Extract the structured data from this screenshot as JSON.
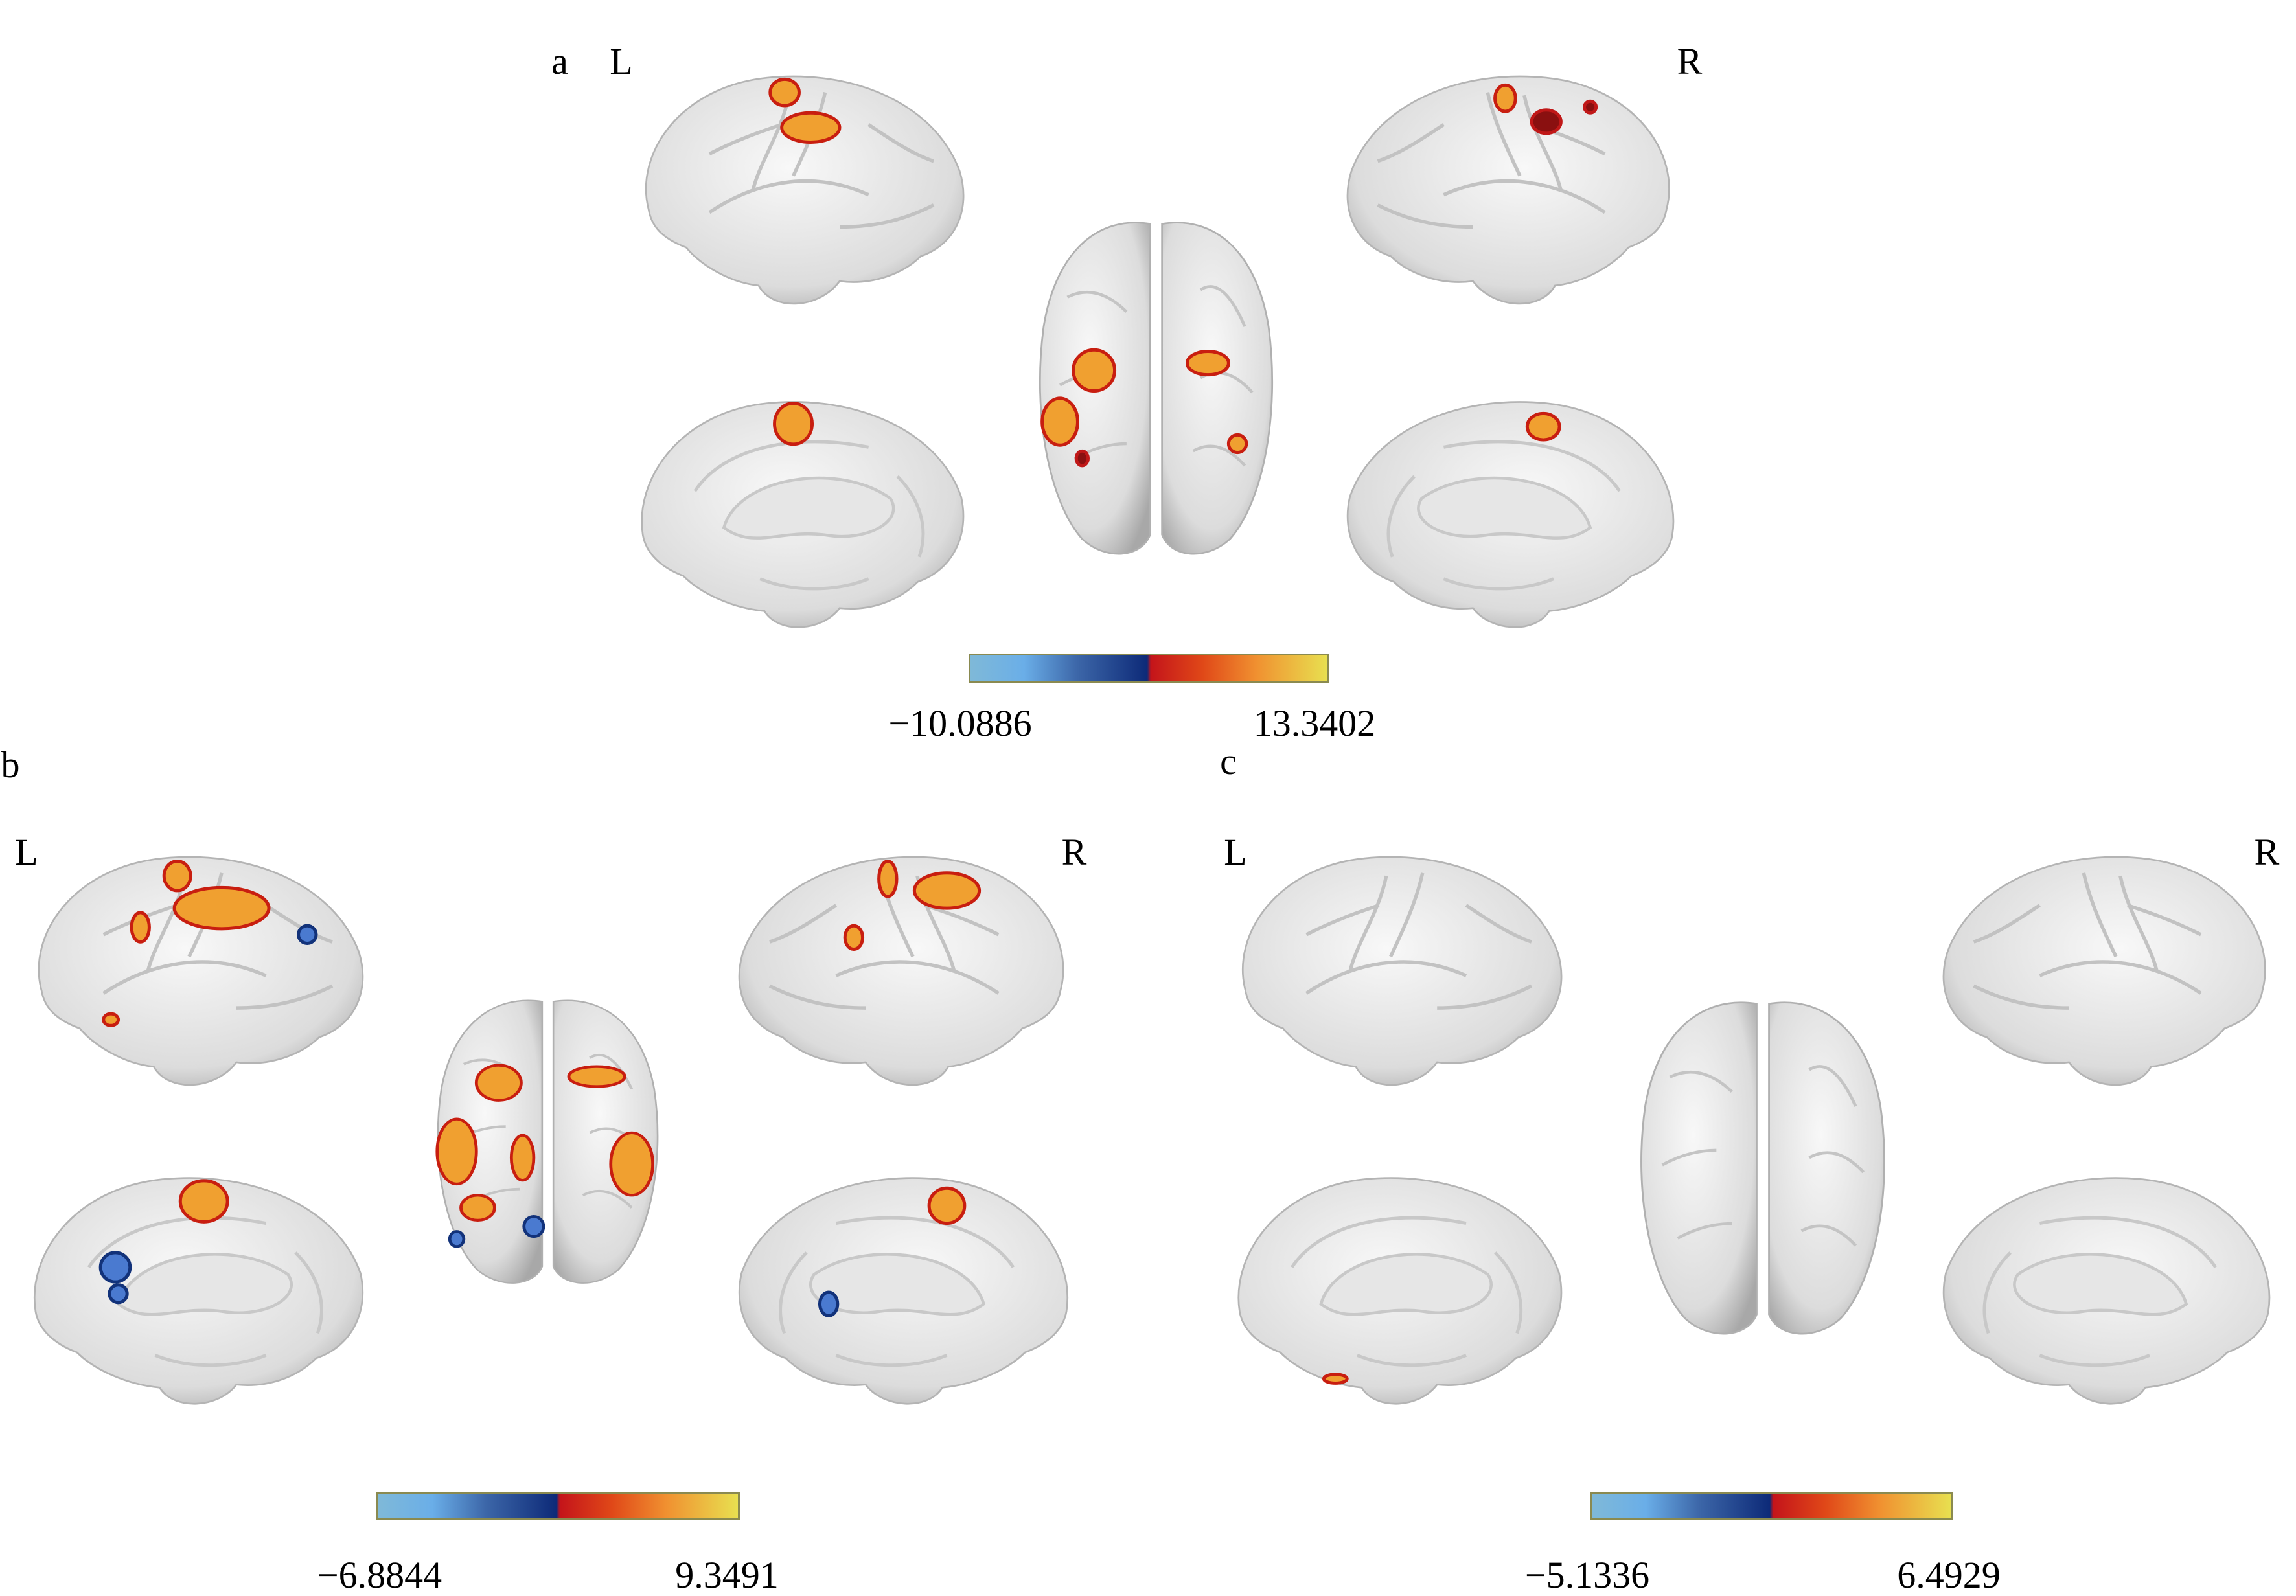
{
  "panels": [
    {
      "id": "a",
      "panel_label": "a",
      "left_label": "L",
      "right_label": "R",
      "colorbar": {
        "min_label": "−10.0886",
        "max_label": "13.3402",
        "colors": [
          "#7fb9d8",
          "#0d2a78",
          "#c4141a",
          "#f09030",
          "#e8e050"
        ]
      }
    },
    {
      "id": "b",
      "panel_label": "b",
      "left_label": "L",
      "right_label": "R",
      "colorbar": {
        "min_label": "−6.8844",
        "max_label": "9.3491",
        "colors": [
          "#7fb9d8",
          "#0d2a78",
          "#c4141a",
          "#f09030",
          "#e8e050"
        ]
      }
    },
    {
      "id": "c",
      "panel_label": "c",
      "left_label": "L",
      "right_label": "R",
      "colorbar": {
        "min_label": "−5.1336",
        "max_label": "6.4929",
        "colors": [
          "#7fb9d8",
          "#0d2a78",
          "#c4141a",
          "#f09030",
          "#e8e050"
        ]
      }
    }
  ]
}
